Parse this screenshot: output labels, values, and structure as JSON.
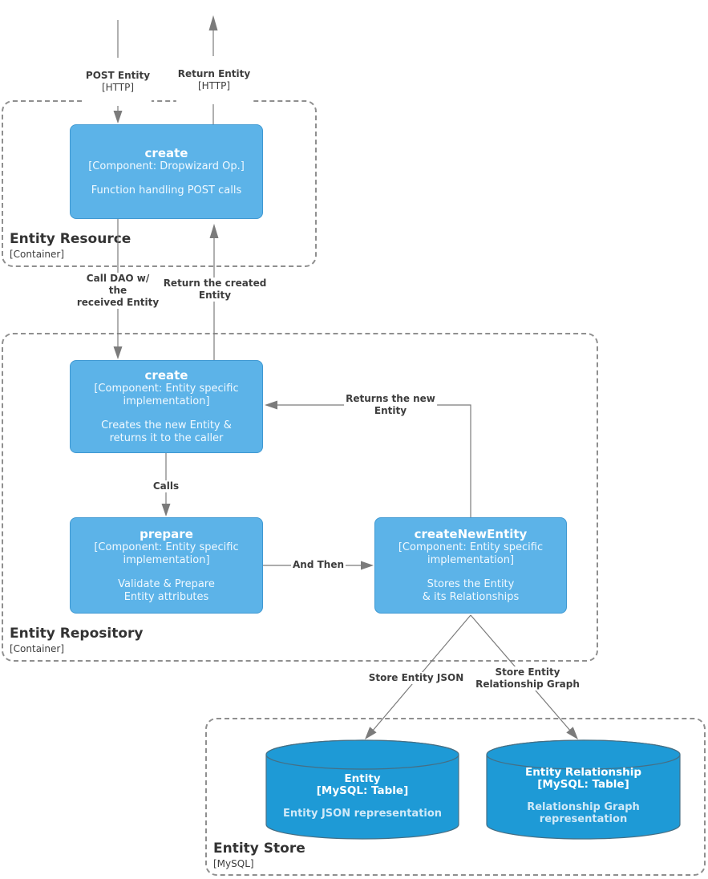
{
  "colors": {
    "component_fill": "#5CB3E8",
    "component_border": "#3E98D2",
    "database_fill": "#1E9AD6",
    "database_border": "#456F85",
    "connector": "#7B7B7B",
    "label_text": "#3D3D3D",
    "container_border": "#8F8F8F"
  },
  "containers": {
    "resource": {
      "title": "Entity Resource",
      "type": "[Container]"
    },
    "repository": {
      "title": "Entity Repository",
      "type": "[Container]"
    },
    "store": {
      "title": "Entity Store",
      "type": "[MySQL]"
    }
  },
  "components": {
    "resource_create": {
      "title": "create",
      "subtitle": "[Component: Dropwizard Op.]",
      "description": "Function handling POST calls"
    },
    "repo_create": {
      "title": "create",
      "subtitle": "[Component: Entity specific\nimplementation]",
      "description": "Creates the new Entity &\nreturns it to the caller"
    },
    "prepare": {
      "title": "prepare",
      "subtitle": "[Component: Entity specific\nimplementation]",
      "description": "Validate & Prepare\nEntity attributes"
    },
    "create_new_entity": {
      "title": "createNewEntity",
      "subtitle": "[Component: Entity specific\nimplementation]",
      "description": "Stores the Entity\n& its Relationships"
    }
  },
  "databases": {
    "entity": {
      "title": "Entity\n[MySQL: Table]",
      "description": "Entity JSON representation"
    },
    "entity_relationship": {
      "title": "Entity Relationship\n[MySQL: Table]",
      "description": "Relationship Graph\nrepresentation"
    }
  },
  "edges": {
    "post_entity": {
      "label": "POST Entity",
      "protocol": "[HTTP]"
    },
    "return_entity": {
      "label": "Return Entity",
      "protocol": "[HTTP]"
    },
    "call_dao": {
      "label": "Call DAO w/\nthe\nreceived Entity"
    },
    "return_created": {
      "label": "Return the created\nEntity"
    },
    "calls": {
      "label": "Calls"
    },
    "and_then": {
      "label": "And Then"
    },
    "returns_new": {
      "label": "Returns the new\nEntity"
    },
    "store_json": {
      "label": "Store Entity JSON"
    },
    "store_graph": {
      "label": "Store Entity\nRelationship Graph"
    }
  }
}
